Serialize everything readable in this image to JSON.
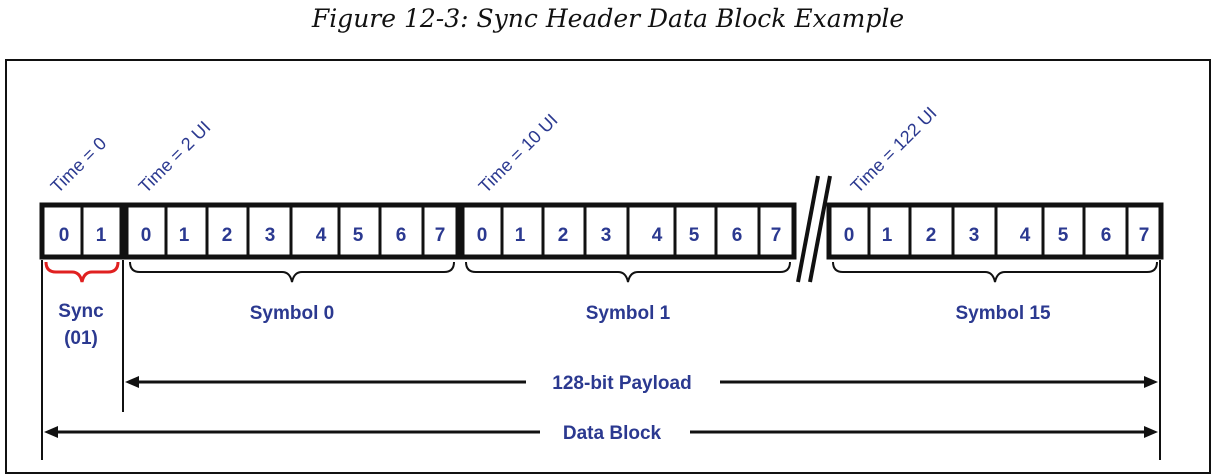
{
  "caption": "Figure 12-3: Sync Header Data Block Example",
  "colors": {
    "text_blue": "#2b3990",
    "sync_brace_red": "#e02020",
    "frame_black": "#111111"
  },
  "time_labels": [
    "Time = 0",
    "Time = 2 UI",
    "Time = 10 UI",
    "Time = 122 UI"
  ],
  "sync_bits": [
    "0",
    "1"
  ],
  "symbols": [
    {
      "bits": [
        "0",
        "1",
        "2",
        "3",
        "4",
        "5",
        "6",
        "7"
      ],
      "label": "Symbol 0"
    },
    {
      "bits": [
        "0",
        "1",
        "2",
        "3",
        "4",
        "5",
        "6",
        "7"
      ],
      "label": "Symbol 1"
    },
    {
      "bits": [
        "0",
        "1",
        "2",
        "3",
        "4",
        "5",
        "6",
        "7"
      ],
      "label": "Symbol 15"
    }
  ],
  "sync_label": [
    "Sync",
    "(01)"
  ],
  "payload_label": "128-bit Payload",
  "data_block_label": "Data Block"
}
